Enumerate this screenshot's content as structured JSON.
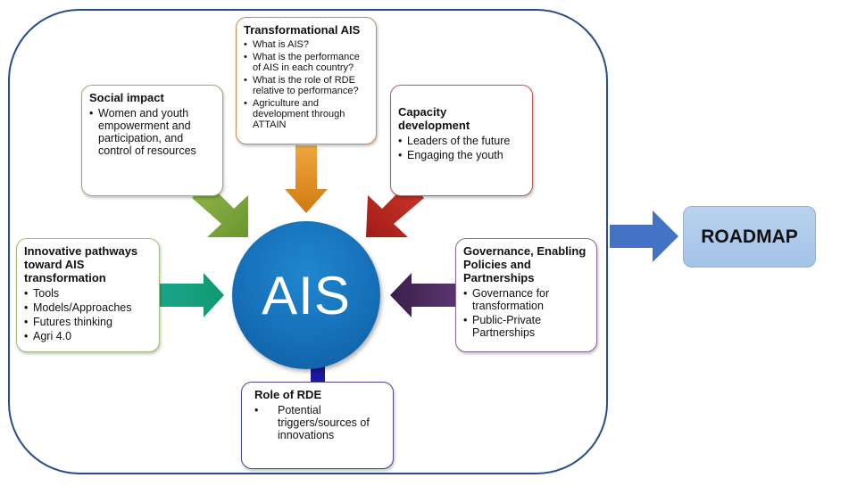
{
  "center": {
    "label": "AIS",
    "color": "#1670b8"
  },
  "outer_border_color": "#264d8c",
  "roadmap": {
    "label": "ROADMAP",
    "arrow_color": "#4472c4"
  },
  "boxes": {
    "transformational": {
      "title": "Transformational AIS",
      "items": [
        "What is AIS?",
        "What is the performance of AIS in each country?",
        "What is the role of RDE relative to performance?",
        "Agriculture and development through ATTAIN"
      ],
      "color": "#d98a2b"
    },
    "social": {
      "title": "Social impact",
      "items": [
        "Women and youth empowerment and participation, and control of resources"
      ],
      "color": "#7aa23a"
    },
    "capacity": {
      "title": "Capacity development",
      "items": [
        "Leaders of the future",
        "Engaging the youth"
      ],
      "color": "#b8282a"
    },
    "innovative": {
      "title": "Innovative pathways toward AIS transformation",
      "items": [
        "Tools",
        "Models/Approaches",
        "Futures thinking",
        "Agri 4.0"
      ],
      "color": "#1fa67f"
    },
    "governance": {
      "title": "Governance, Enabling Policies and Partnerships",
      "items": [
        "Governance for transformation",
        "Public-Private Partnerships"
      ],
      "color": "#4e2a5e"
    },
    "rde": {
      "title": "Role of RDE",
      "items": [
        "Potential triggers/sources of innovations"
      ],
      "color": "#1b1b9e"
    }
  }
}
